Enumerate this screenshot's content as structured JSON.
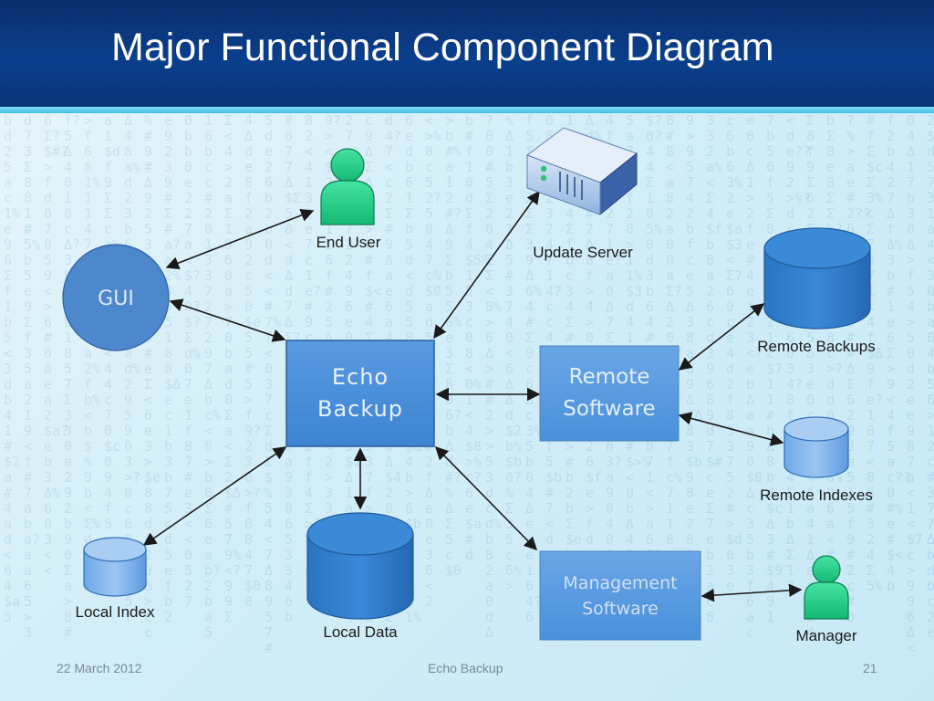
{
  "slide": {
    "title": "Major Functional Component Diagram",
    "footer_date": "22 March 2012",
    "footer_center": "Echo Backup",
    "page_number": "21"
  },
  "colors": {
    "header": "#0b3f8c",
    "box_fill": "#4a8fd6",
    "cylinder_fill": "#2f7fd0",
    "user_icon": "#1ed28a",
    "arrow": "#1a1a1a"
  },
  "nodes": {
    "gui": "GUI",
    "echo_backup": [
      "Echo",
      "Backup"
    ],
    "remote_software": [
      "Remote",
      "Software"
    ],
    "management_software": [
      "Management",
      "Software"
    ]
  },
  "labels": {
    "end_user": "End User",
    "update_server": "Update Server",
    "remote_backups": "Remote Backups",
    "remote_indexes": "Remote Indexes",
    "local_index": "Local Index",
    "local_data": "Local Data",
    "manager": "Manager"
  },
  "icons": {
    "end_user": "user-icon",
    "manager": "user-icon",
    "update_server": "server-icon",
    "databases": "database-icon"
  }
}
